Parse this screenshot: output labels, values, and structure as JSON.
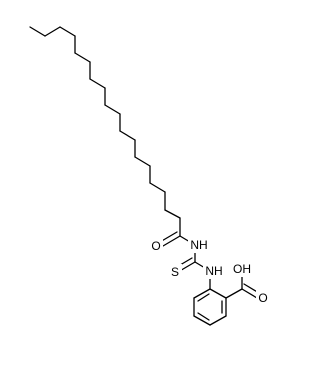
{
  "atom_labels": {
    "amide_oxygen": "O",
    "amide_nh": "NH",
    "thiocarbonyl_sulfur": "S",
    "thiourea_nh": "NH",
    "acid_hydroxyl": "OH",
    "acid_oxygen": "O"
  }
}
